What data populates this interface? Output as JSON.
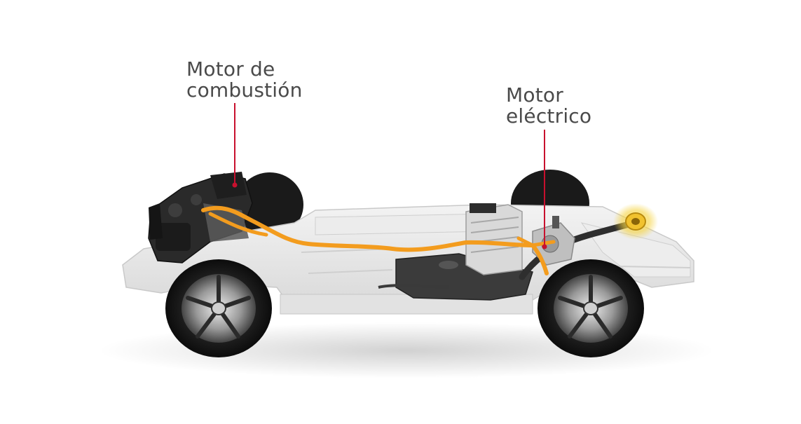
{
  "callouts": {
    "combustion": {
      "line1": "Motor de",
      "line2": "combustión"
    },
    "electric": {
      "line1": "Motor",
      "line2": "eléctrico"
    }
  },
  "colors": {
    "callout_text": "#4a4a4a",
    "leader_line": "#c8102e",
    "hybrid_cable": "#f39c1e",
    "highlight_glow": "#f5d23c"
  }
}
